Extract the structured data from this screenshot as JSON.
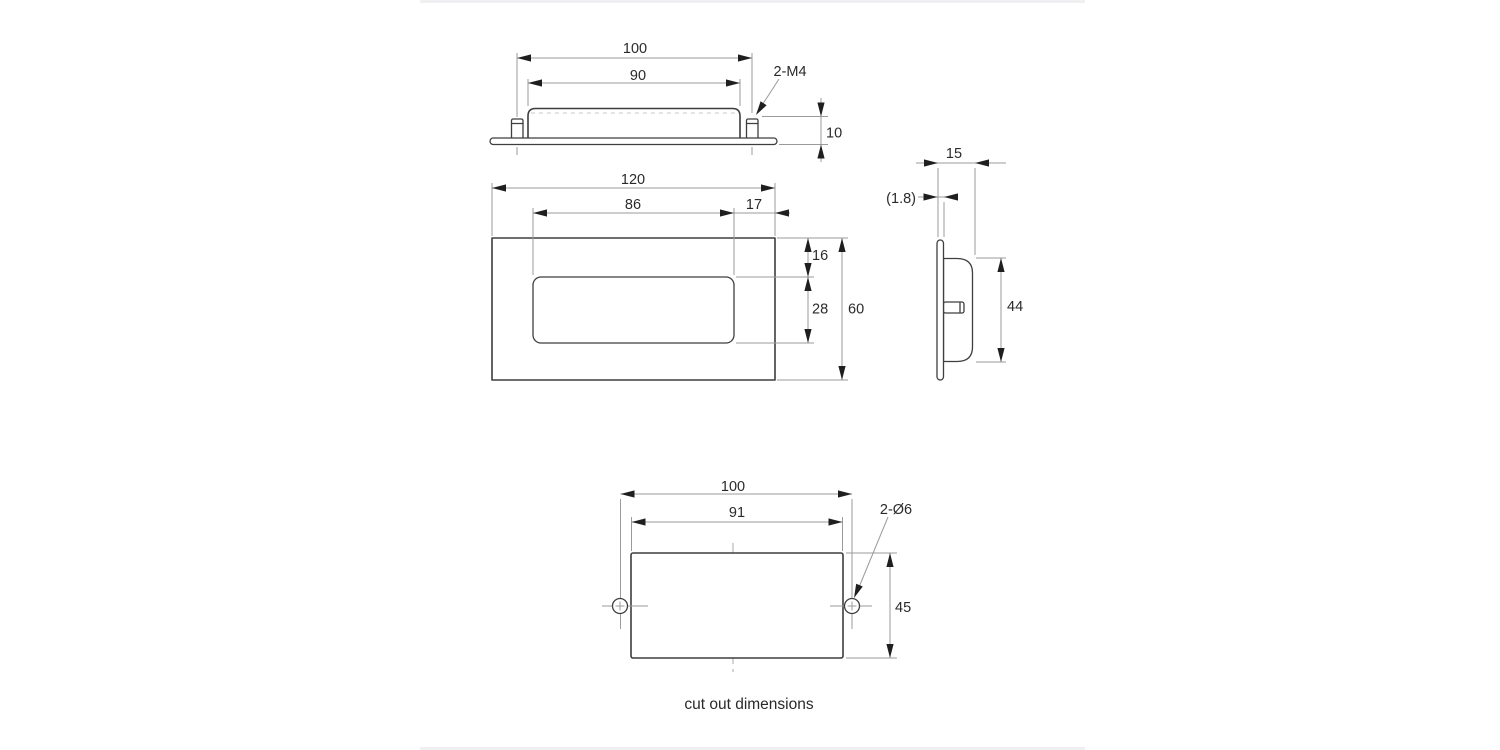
{
  "caption": "cut out dimensions",
  "views": {
    "top_profile": {
      "overall_width": "100",
      "recess_width": "90",
      "stud_label": "2-M4",
      "height": "10"
    },
    "front": {
      "overall_width": "120",
      "recess_width": "86",
      "edge_offset": "17",
      "top_offset": "16",
      "recess_height": "28",
      "overall_height": "60"
    },
    "side": {
      "depth": "15",
      "flange_thickness": "(1.8)",
      "body_height": "44"
    },
    "cutout": {
      "hole_spacing": "100",
      "cutout_width": "91",
      "hole_label": "2-Ø6",
      "cutout_height": "45"
    }
  },
  "colors": {
    "object_line": "#3e3e3e",
    "dim_line": "#9b9b9b",
    "centerline": "#ababab",
    "hidden_line": "#c9c9c9",
    "arrow_color": "#1f1f1f",
    "text_color": "#2a2a2a",
    "background": "#ffffff",
    "edge_strip": "#f0f0f3"
  }
}
